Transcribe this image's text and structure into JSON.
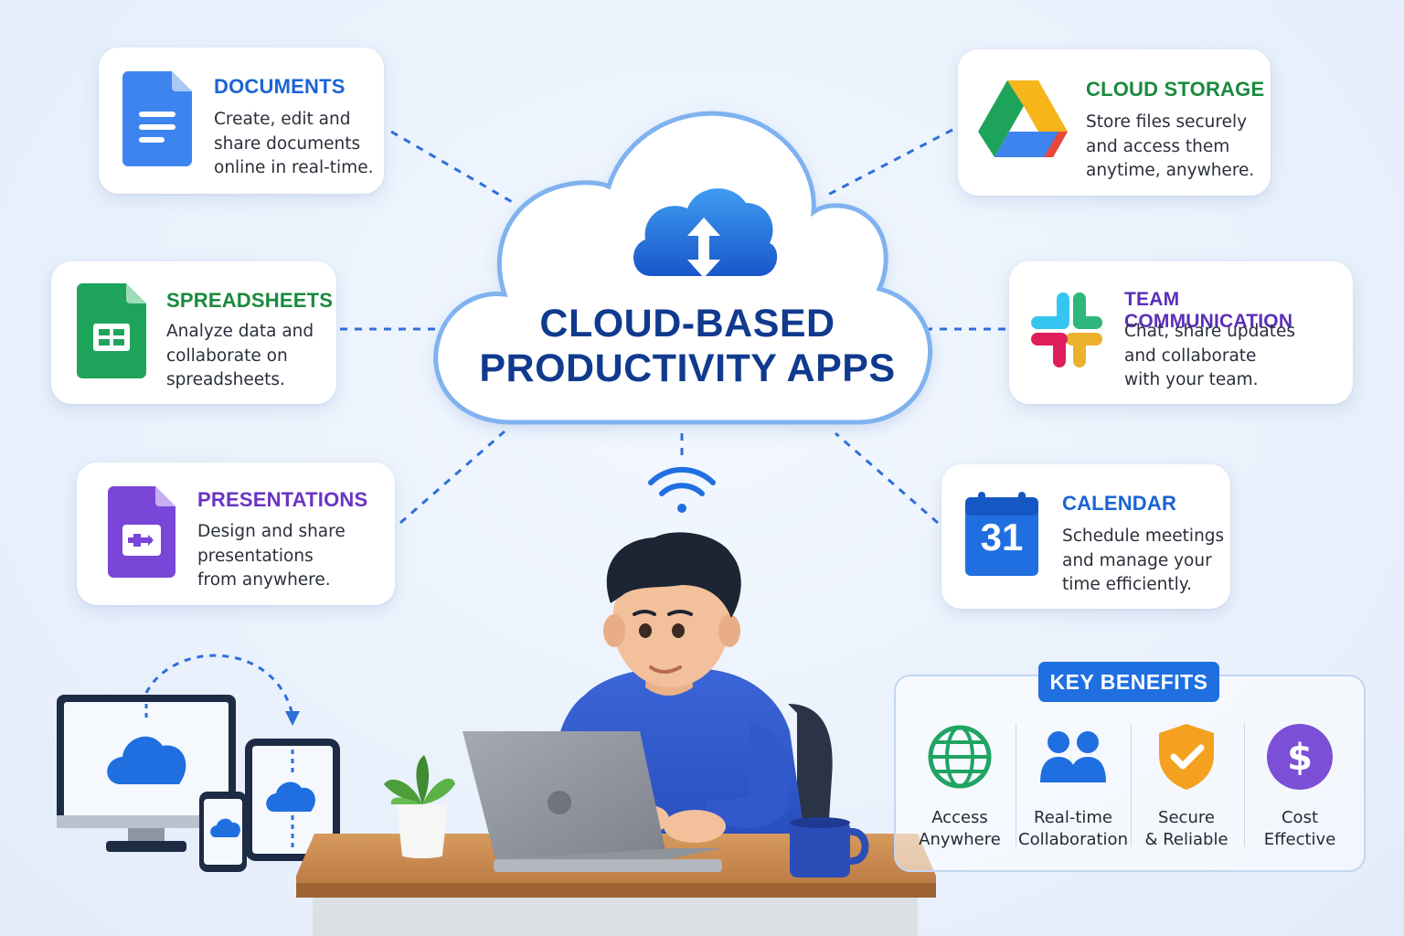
{
  "header": {
    "title_line1": "CLOUD-BASED",
    "title_line2": "PRODUCTIVITY APPS"
  },
  "apps": {
    "documents": {
      "title": "DOCUMENTS",
      "description": "Create, edit and\nshare documents\nonline in real-time.",
      "icon": "google-docs-icon",
      "color": "#1a63d6"
    },
    "spreadsheets": {
      "title": "SPREADSHEETS",
      "description": "Analyze data and\ncollaborate on\nspreadsheets.",
      "icon": "google-sheets-icon",
      "color": "#1a8a3e"
    },
    "presentations": {
      "title": "PRESENTATIONS",
      "description": "Design and share\npresentations\nfrom anywhere.",
      "icon": "presentation-slides-icon",
      "color": "#6a33c4"
    },
    "cloud_storage": {
      "title": "CLOUD STORAGE",
      "description": "Store files securely\nand access them\nanytime, anywhere.",
      "icon": "google-drive-icon",
      "color": "#1a8a3e"
    },
    "team_communication": {
      "title": "TEAM COMMUNICATION",
      "description": "Chat, share updates\nand collaborate\nwith your team.",
      "icon": "slack-icon",
      "color": "#5b2fb8"
    },
    "calendar": {
      "title": "CALENDAR",
      "description": "Schedule meetings\nand manage your\ntime efficiently.",
      "icon": "calendar-icon",
      "calendar_day": "31",
      "color": "#1a63d6"
    }
  },
  "key_benefits": {
    "title": "KEY BENEFITS",
    "items": [
      {
        "label": "Access\nAnywhere",
        "icon": "globe-icon",
        "color": "#1fa463"
      },
      {
        "label": "Real-time\nCollaboration",
        "icon": "users-icon",
        "color": "#1f6fe0"
      },
      {
        "label": "Secure\n& Reliable",
        "icon": "shield-check-icon",
        "color": "#f4a11f"
      },
      {
        "label": "Cost\nEffective",
        "icon": "dollar-coin-icon",
        "color": "#7b4fd6"
      }
    ]
  }
}
